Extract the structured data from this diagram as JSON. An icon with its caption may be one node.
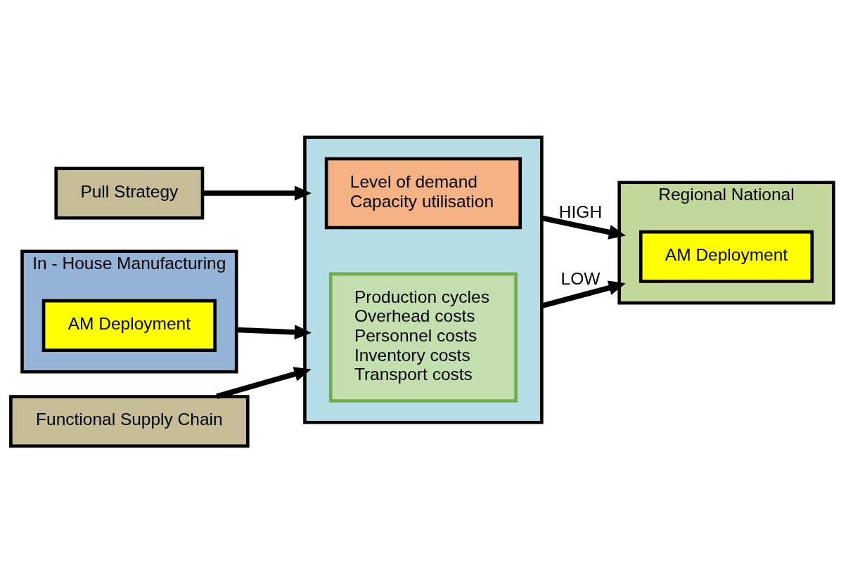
{
  "diagram": {
    "nodes": [
      {
        "text": [
          "Pull Strategy"
        ]
      },
      {
        "text": [
          "In - House Manufacturing"
        ]
      },
      {
        "text": [
          "AM Deployment"
        ],
        "in": 1
      },
      {
        "text": [],
        "shape": "box"
      },
      {
        "text": [
          "Level of demand",
          "Capacity utilisation"
        ],
        "in": 3
      },
      {
        "text": [
          "Production cycles",
          "Overhead costs",
          "Personnel costs",
          "Inventory costs",
          "Transport costs"
        ],
        "in": 3
      },
      {
        "text": [
          "Regional National"
        ]
      },
      {
        "text": [
          "AM Deployment"
        ],
        "in": 6
      },
      {
        "text": [
          "Functional Supply Chain"
        ]
      }
    ],
    "edges": [
      {
        "from": 0,
        "to": 3,
        "arrow": "to"
      },
      {
        "from": 1,
        "to": 3,
        "arrow": "to"
      },
      {
        "from": 3,
        "to": 6,
        "arrow": "to",
        "label": "HIGH"
      },
      {
        "from": 3,
        "to": 6,
        "arrow": "to",
        "label": "LOW"
      },
      {
        "from": 8,
        "to": 3,
        "arrow": "to"
      }
    ]
  }
}
